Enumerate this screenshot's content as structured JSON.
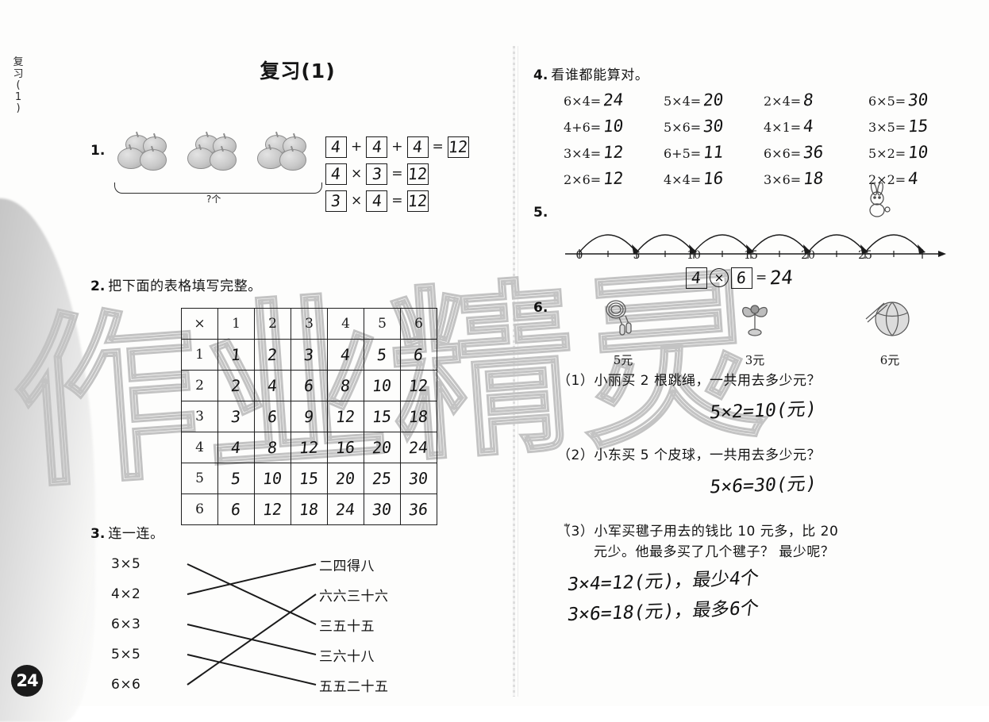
{
  "page": {
    "margin_label": "复习(1)",
    "page_number": "24",
    "watermark": "作业精灵",
    "title": "复习(1)"
  },
  "q1": {
    "number": "1.",
    "brace_label": "?个",
    "group_count": 3,
    "per_group": 4,
    "rows": [
      {
        "parts": [
          "4",
          "+",
          "4",
          "+",
          "4",
          "=",
          "12"
        ]
      },
      {
        "parts": [
          "4",
          "×",
          "3",
          "=",
          "12"
        ]
      },
      {
        "parts": [
          "3",
          "×",
          "4",
          "=",
          "12"
        ]
      }
    ]
  },
  "q2": {
    "number": "2.",
    "text": "把下面的表格填写完整。",
    "corner": "×",
    "columns": [
      "1",
      "2",
      "3",
      "4",
      "5",
      "6"
    ],
    "rows": [
      {
        "header": "1",
        "cells": [
          "1",
          "2",
          "3",
          "4",
          "5",
          "6"
        ]
      },
      {
        "header": "2",
        "cells": [
          "2",
          "4",
          "6",
          "8",
          "10",
          "12"
        ]
      },
      {
        "header": "3",
        "cells": [
          "3",
          "6",
          "9",
          "12",
          "15",
          "18"
        ]
      },
      {
        "header": "4",
        "cells": [
          "4",
          "8",
          "12",
          "16",
          "20",
          "24"
        ]
      },
      {
        "header": "5",
        "cells": [
          "5",
          "10",
          "15",
          "20",
          "25",
          "30"
        ]
      },
      {
        "header": "6",
        "cells": [
          "6",
          "12",
          "18",
          "24",
          "30",
          "36"
        ]
      }
    ]
  },
  "q3": {
    "number": "3.",
    "text": "连一连。",
    "left": [
      "3×5",
      "4×2",
      "6×3",
      "5×5",
      "6×6"
    ],
    "right": [
      "二四得八",
      "六六三十六",
      "三五十五",
      "三六十八",
      "五五二十五"
    ],
    "connections": [
      {
        "from": 0,
        "to": 2
      },
      {
        "from": 1,
        "to": 0
      },
      {
        "from": 2,
        "to": 3
      },
      {
        "from": 3,
        "to": 4
      },
      {
        "from": 4,
        "to": 1
      }
    ]
  },
  "q4": {
    "number": "4.",
    "text": "看谁都能算对。",
    "items": [
      {
        "expr": "6×4=",
        "ans": "24"
      },
      {
        "expr": "5×4=",
        "ans": "20"
      },
      {
        "expr": "2×4=",
        "ans": "8"
      },
      {
        "expr": "6×5=",
        "ans": "30"
      },
      {
        "expr": "4+6=",
        "ans": "10"
      },
      {
        "expr": "5×6=",
        "ans": "30"
      },
      {
        "expr": "4×1=",
        "ans": "4"
      },
      {
        "expr": "3×5=",
        "ans": "15"
      },
      {
        "expr": "3×4=",
        "ans": "12"
      },
      {
        "expr": "6+5=",
        "ans": "11"
      },
      {
        "expr": "6×6=",
        "ans": "36"
      },
      {
        "expr": "5×2=",
        "ans": "10"
      },
      {
        "expr": "2×6=",
        "ans": "12"
      },
      {
        "expr": "4×4=",
        "ans": "16"
      },
      {
        "expr": "3×6=",
        "ans": "18"
      },
      {
        "expr": "2×2=",
        "ans": "4"
      }
    ]
  },
  "q5": {
    "number": "5.",
    "ticks": [
      "0",
      "5",
      "10",
      "15",
      "20",
      "25"
    ],
    "axis_min": 0,
    "axis_max": 26,
    "jump_size": 4,
    "jump_count": 6,
    "answer": {
      "a": "4",
      "op": "×",
      "b": "6",
      "eq": "=",
      "result": "24"
    }
  },
  "q6": {
    "number": "6.",
    "goods": [
      {
        "name": "跳绳",
        "icon": "jump-rope-icon",
        "price": "5元"
      },
      {
        "name": "毽子",
        "icon": "shuttlecock-icon",
        "price": "3元"
      },
      {
        "name": "皮球",
        "icon": "ball-icon",
        "price": "6元"
      }
    ],
    "subs": [
      {
        "label": "（1）",
        "star": "",
        "text": "小丽买 2 根跳绳，一共用去多少元？",
        "answers": [
          "5×2=10(元)"
        ]
      },
      {
        "label": "（2）",
        "star": "",
        "text": "小东买 5 个皮球，一共用去多少元？",
        "answers": [
          "5×6=30(元)"
        ]
      },
      {
        "label": "（3）",
        "star": "*",
        "text": "小军买毽子用去的钱比 10 元多，比 20",
        "text2": "元少。他最多买了几个毽子？ 最少呢？",
        "answers": [
          "3×4=12(元)，最少4个",
          "3×6=18(元)，最多6个"
        ]
      }
    ]
  }
}
